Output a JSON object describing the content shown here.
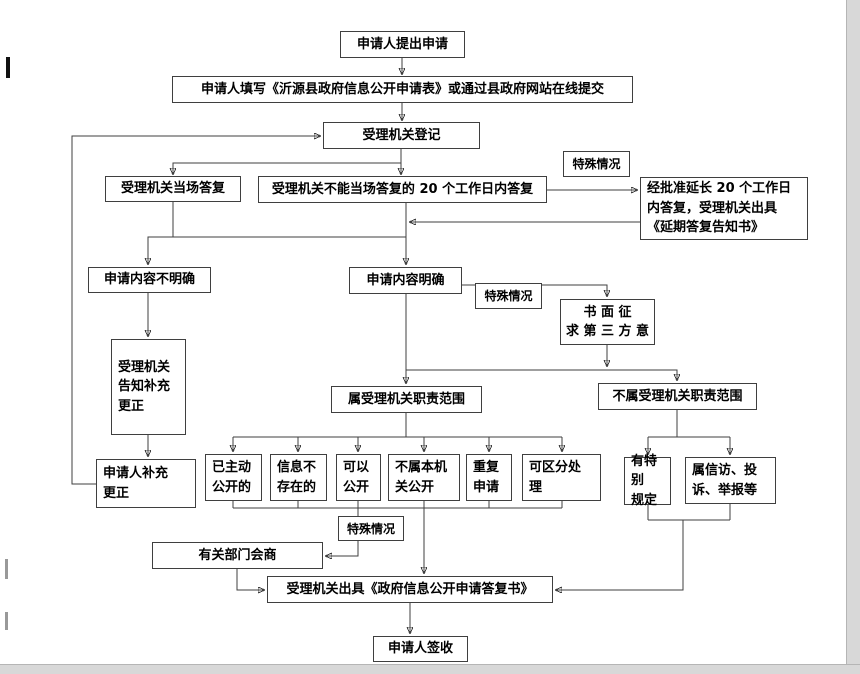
{
  "colors": {
    "line": "#3f3f3f",
    "box_border": "#3f3f3f",
    "box_background": "#ffffff",
    "page_background": "#ffffff",
    "page_edge": "#d8d8d8"
  },
  "nodes": [
    {
      "name": "submit-application",
      "label": "申请人提出申请"
    },
    {
      "name": "fill-form",
      "label": "申请人填写《沂源县政府信息公开申请表》或通过县政府网站在线提交"
    },
    {
      "name": "register",
      "label": "受理机关登记"
    },
    {
      "name": "onspot-reply",
      "label": "受理机关当场答复"
    },
    {
      "name": "20day-reply",
      "label": "受理机关不能当场答复的 20 个工作日内答复"
    },
    {
      "name": "special-case-1",
      "label": "特殊情况"
    },
    {
      "name": "extended-reply",
      "label": "经批准延长 20 个工作日\n内答复，受理机关出具\n《延期答复告知书》"
    },
    {
      "name": "content-unclear",
      "label": "申请内容不明确"
    },
    {
      "name": "content-clear",
      "label": "申请内容明确"
    },
    {
      "name": "special-case-2",
      "label": "特殊情况"
    },
    {
      "name": "seek-third-party",
      "label": "书 面 征\n求 第 三 方 意"
    },
    {
      "name": "within-scope",
      "label": "属受理机关职责范围"
    },
    {
      "name": "outside-scope",
      "label": "不属受理机关职责范围"
    },
    {
      "name": "notify-supplement",
      "label": "受理机关\n告知补充\n更正"
    },
    {
      "name": "applicant-supplement",
      "label": "申请人补充\n更正"
    },
    {
      "name": "already-public",
      "label": "已主动\n公开的"
    },
    {
      "name": "info-not-exist",
      "label": "信息不\n存在的"
    },
    {
      "name": "can-disclose",
      "label": "可以\n公开"
    },
    {
      "name": "not-this-agency",
      "label": "不属本机\n关公开"
    },
    {
      "name": "repeat-application",
      "label": "重复\n申请"
    },
    {
      "name": "separable-handling",
      "label": "可区分处\n理"
    },
    {
      "name": "special-provisions",
      "label": "有特别\n规定"
    },
    {
      "name": "petition-complaint",
      "label": "属信访、投\n诉、举报等"
    },
    {
      "name": "special-case-3",
      "label": "特殊情况"
    },
    {
      "name": "department-consultation",
      "label": "有关部门会商"
    },
    {
      "name": "issue-reply",
      "label": "受理机关出具《政府信息公开申请答复书》"
    },
    {
      "name": "applicant-sign",
      "label": "申请人签收"
    }
  ]
}
